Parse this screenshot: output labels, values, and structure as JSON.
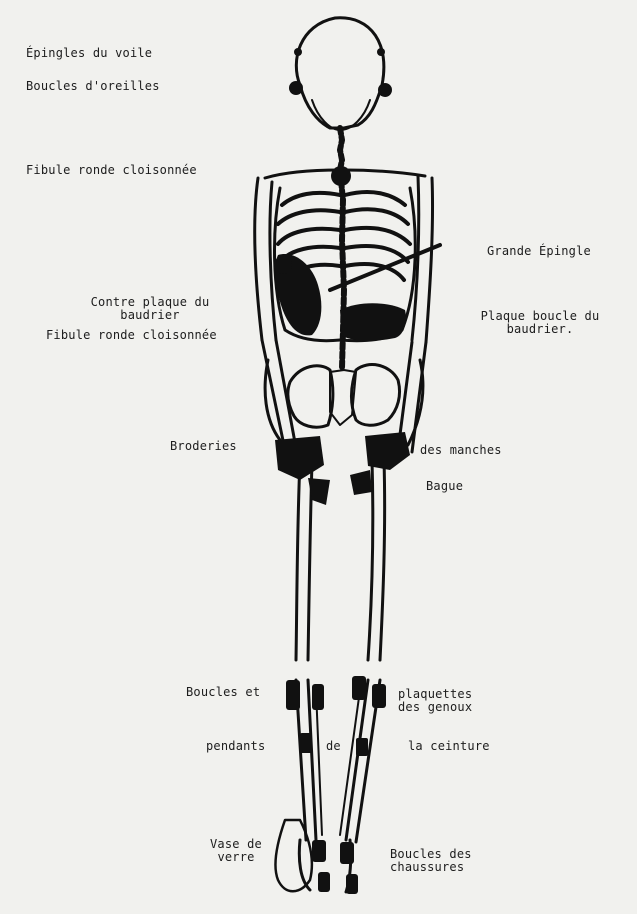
{
  "labels": {
    "epingles_voile": "Épingles du voile",
    "boucles_oreilles": "Boucles d'oreilles",
    "fibule_ronde_1": "Fibule ronde cloisonnée",
    "grande_epingle": "Grande Épingle",
    "contre_plaque": "Contre plaque du\nbaudrier",
    "fibule_ronde_2": "Fibule ronde cloisonnée",
    "plaque_boucle": "Plaque boucle du\nbaudrier.",
    "broderies": "Broderies",
    "des_manches": "des manches",
    "bague": "Bague",
    "boucles_et": "Boucles et",
    "plaquettes": "plaquettes\ndes genoux",
    "pendants": "pendants",
    "de": "de",
    "la_ceinture": "la ceinture",
    "vase_verre": "Vase de\nverre",
    "boucles_chaussures": "Boucles des\nchaussures"
  },
  "colors": {
    "background": "#f1f1ee",
    "ink": "#111111"
  }
}
